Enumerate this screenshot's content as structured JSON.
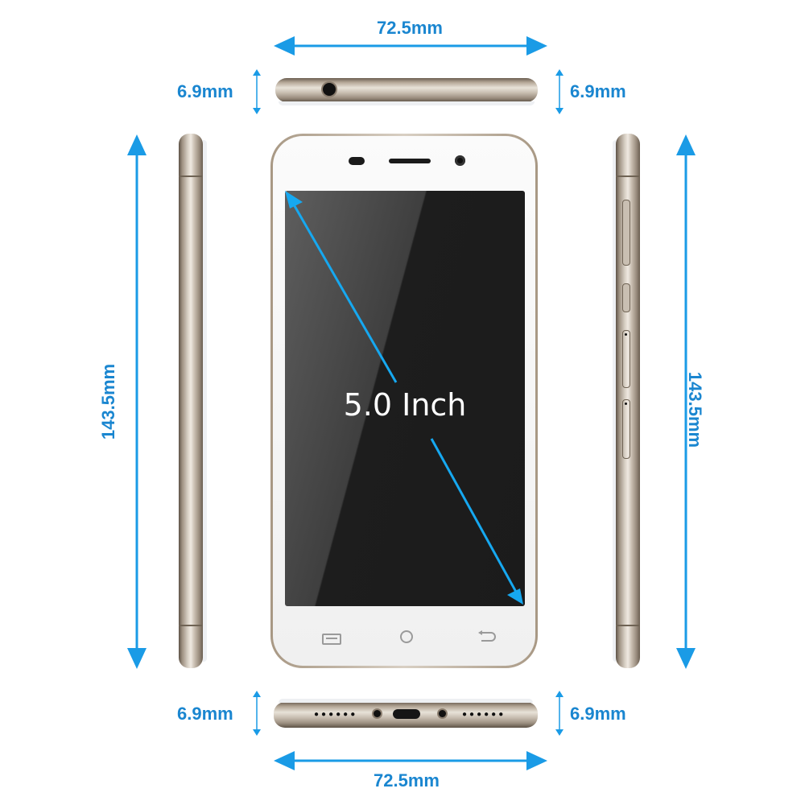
{
  "dimensions": {
    "width_top": "72.5mm",
    "width_bottom": "72.5mm",
    "thickness_top_left": "6.9mm",
    "thickness_top_right": "6.9mm",
    "thickness_bottom_left": "6.9mm",
    "thickness_bottom_right": "6.9mm",
    "height_left": "143.5mm",
    "height_right": "143.5mm",
    "screen_diagonal": "5.0 Inch"
  },
  "colors": {
    "accent_blue": "#1a9be6",
    "label_blue": "#1a86d0",
    "frame_gold": "#b8a996",
    "screen_black": "#1c1c1c"
  },
  "icons": {
    "menu": "menu-icon",
    "home": "home-icon",
    "back": "back-icon"
  }
}
